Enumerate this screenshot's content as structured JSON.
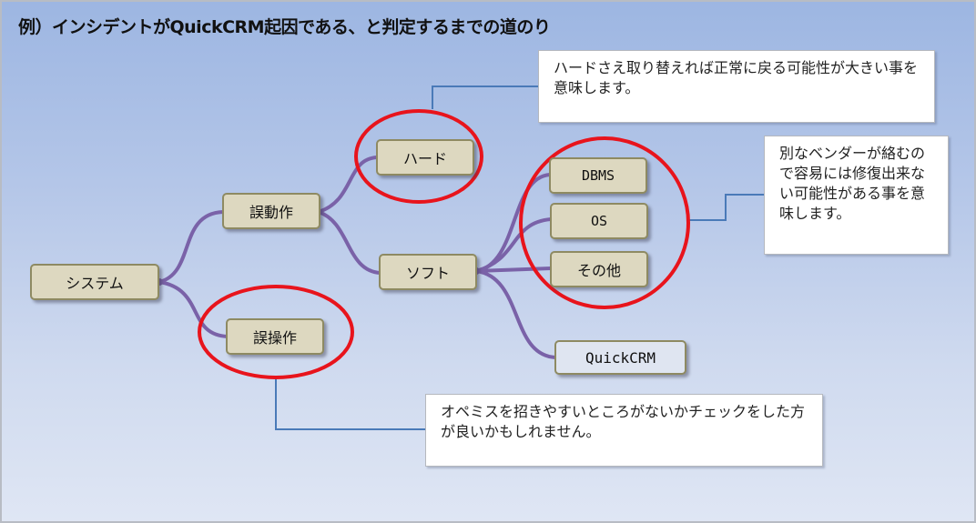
{
  "title": "例）インシデントがQuickCRM起因である、と判定するまでの道のり",
  "nodes": {
    "system": "システム",
    "malfunction": "誤動作",
    "misoperation": "誤操作",
    "hardware": "ハード",
    "software": "ソフト",
    "dbms": "DBMS",
    "os": "OS",
    "other": "その他",
    "quickcrm": "QuickCRM"
  },
  "notes": {
    "hardware": "ハードさえ取り替えれば正常に戻る可能性が大きい事を意味します。",
    "software": "別なベンダーが絡むので容易には修復出来ない可能性がある事を意味します。",
    "misoperation": "オペミスを招きやすいところがないかチェックをした方が良いかもしれません。"
  },
  "colors": {
    "connector": "#7a62a8",
    "highlight_ellipse": "#e8141c",
    "callout_line": "#4a7ab8",
    "node_fill": "#ddd8c0",
    "quickcrm_fill": "#dfe5f1"
  }
}
